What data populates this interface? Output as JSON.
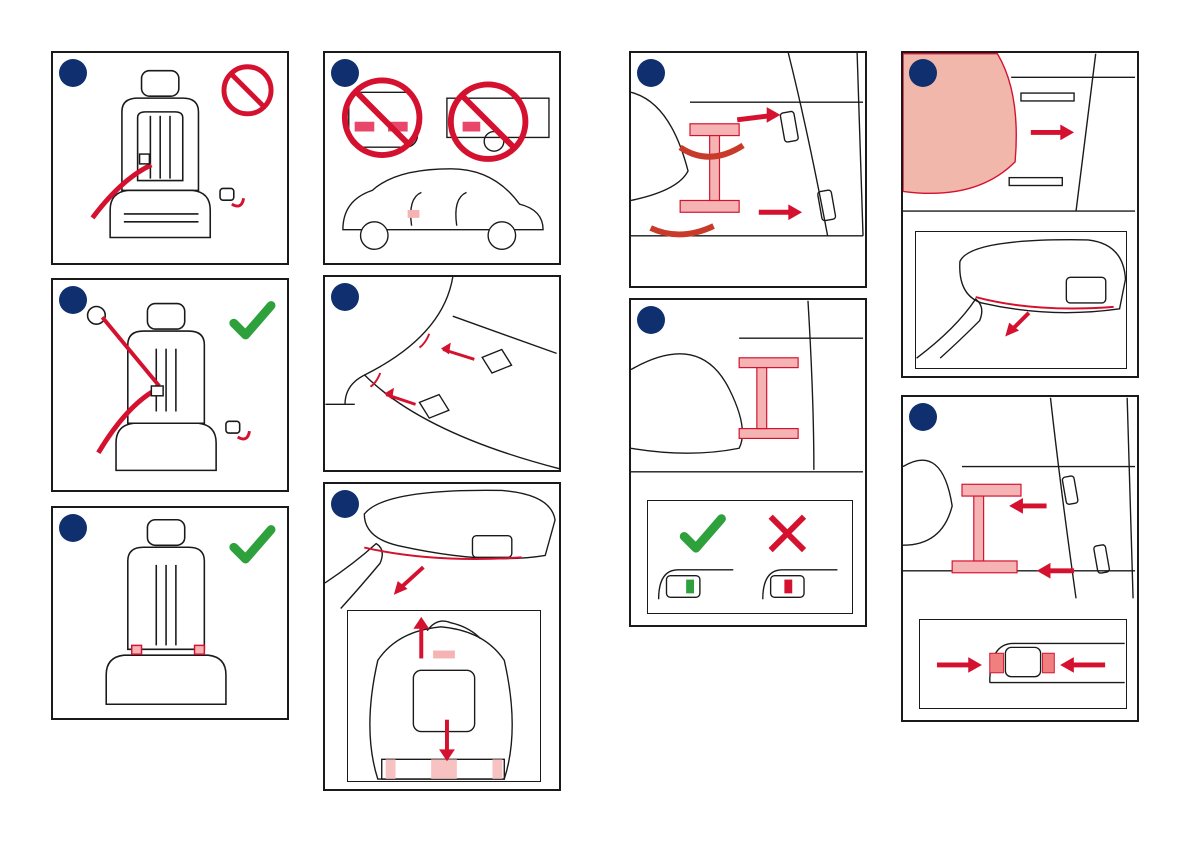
{
  "steps": [
    {
      "id": "s1",
      "number": ""
    },
    {
      "id": "s2",
      "number": ""
    },
    {
      "id": "s3",
      "number": ""
    },
    {
      "id": "s4",
      "number": ""
    },
    {
      "id": "s5",
      "number": ""
    },
    {
      "id": "s6",
      "number": ""
    },
    {
      "id": "s7",
      "number": ""
    },
    {
      "id": "s8",
      "number": ""
    },
    {
      "id": "s9",
      "number": ""
    },
    {
      "id": "s10",
      "number": ""
    }
  ],
  "colors": {
    "accent_red": "#d4112f",
    "accent_green": "#2ea03c",
    "step_badge": "#0f2f6e",
    "pink_fill": "#f5b3b3",
    "line": "#1a1a1a"
  },
  "icons": {
    "prohibited": "prohibition-icon",
    "correct": "checkmark-icon",
    "incorrect": "cross-icon",
    "direction": "arrow-icon"
  }
}
